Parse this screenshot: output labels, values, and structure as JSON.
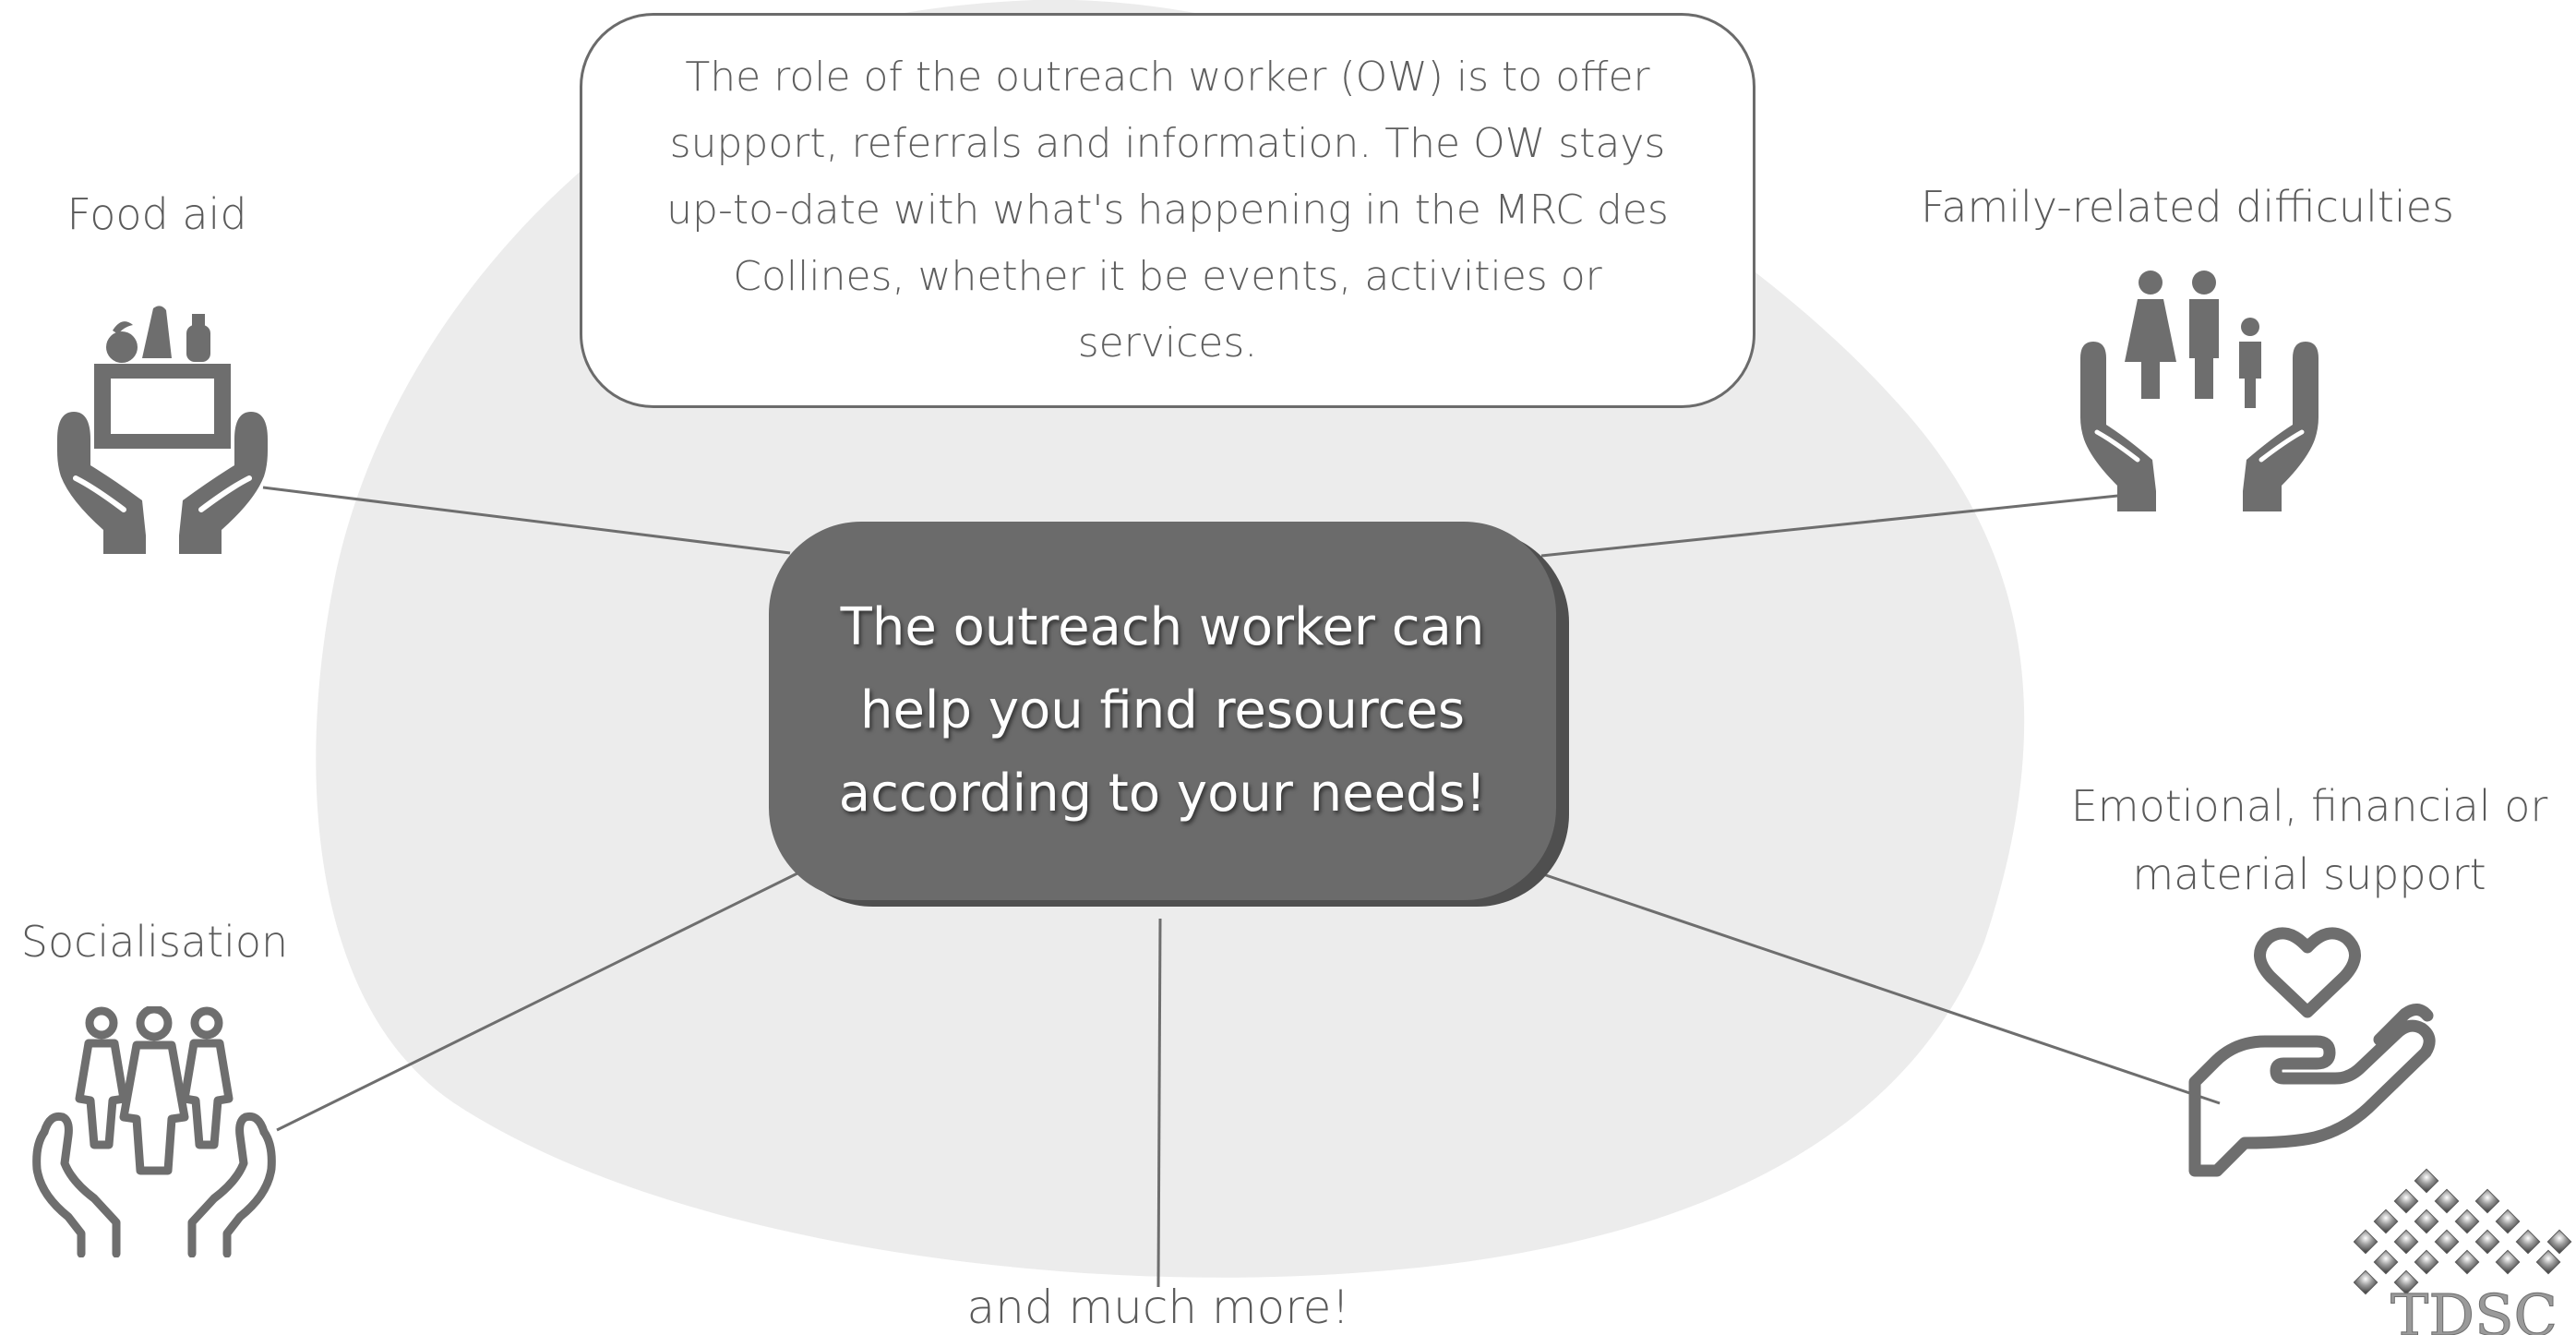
{
  "center_text": "The outreach worker can help you find resources according to your needs!",
  "intro_text": "The role of the outreach worker (OW) is to offer support, referrals and information. The OW stays up-to-date with what's happening in the MRC des Collines, whether it be events, activities or services.",
  "topics": {
    "food_aid": "Food aid",
    "family": "Family-related difficulties",
    "support": "Emotional, financial or material support",
    "socialisation": "Socialisation",
    "more": "and much more!"
  },
  "logo_text": "TDSC",
  "colors": {
    "blob": "#ececec",
    "box": "#6b6b6b",
    "box_shadow": "#4f4f4f",
    "icon": "#6e6e6e",
    "text": "#5a5a5a"
  },
  "icons": {
    "food_aid": "hands-holding-food-basket-icon",
    "family": "hands-holding-family-icon",
    "support": "hand-holding-heart-icon",
    "socialisation": "hands-holding-people-icon"
  }
}
